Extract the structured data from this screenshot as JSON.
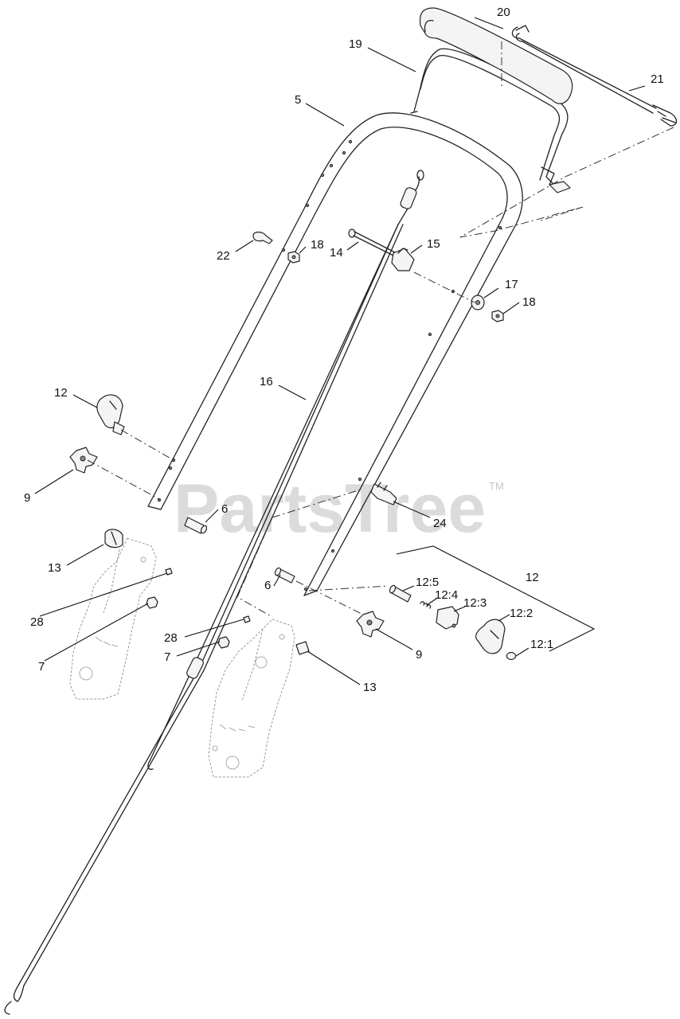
{
  "watermark": {
    "text": "PartsTree",
    "mark": "TM"
  },
  "callouts": [
    {
      "id": "c20",
      "text": "20"
    },
    {
      "id": "c19",
      "text": "19"
    },
    {
      "id": "c21",
      "text": "21"
    },
    {
      "id": "c5",
      "text": "5"
    },
    {
      "id": "c22",
      "text": "22"
    },
    {
      "id": "c18a",
      "text": "18"
    },
    {
      "id": "c14",
      "text": "14"
    },
    {
      "id": "c15",
      "text": "15"
    },
    {
      "id": "c17",
      "text": "17"
    },
    {
      "id": "c18b",
      "text": "18"
    },
    {
      "id": "c16",
      "text": "16"
    },
    {
      "id": "c12a",
      "text": "12"
    },
    {
      "id": "c9a",
      "text": "9"
    },
    {
      "id": "c6a",
      "text": "6"
    },
    {
      "id": "c24",
      "text": "24"
    },
    {
      "id": "c13a",
      "text": "13"
    },
    {
      "id": "c28a",
      "text": "28"
    },
    {
      "id": "c7a",
      "text": "7"
    },
    {
      "id": "c12b",
      "text": "12"
    },
    {
      "id": "c12_5",
      "text": "12:5"
    },
    {
      "id": "c6b",
      "text": "6"
    },
    {
      "id": "c12_4",
      "text": "12:4"
    },
    {
      "id": "c12_3",
      "text": "12:3"
    },
    {
      "id": "c12_2",
      "text": "12:2"
    },
    {
      "id": "c28b",
      "text": "28"
    },
    {
      "id": "c7b",
      "text": "7"
    },
    {
      "id": "c9b",
      "text": "9"
    },
    {
      "id": "c12_1",
      "text": "12:1"
    },
    {
      "id": "c13b",
      "text": "13"
    }
  ]
}
